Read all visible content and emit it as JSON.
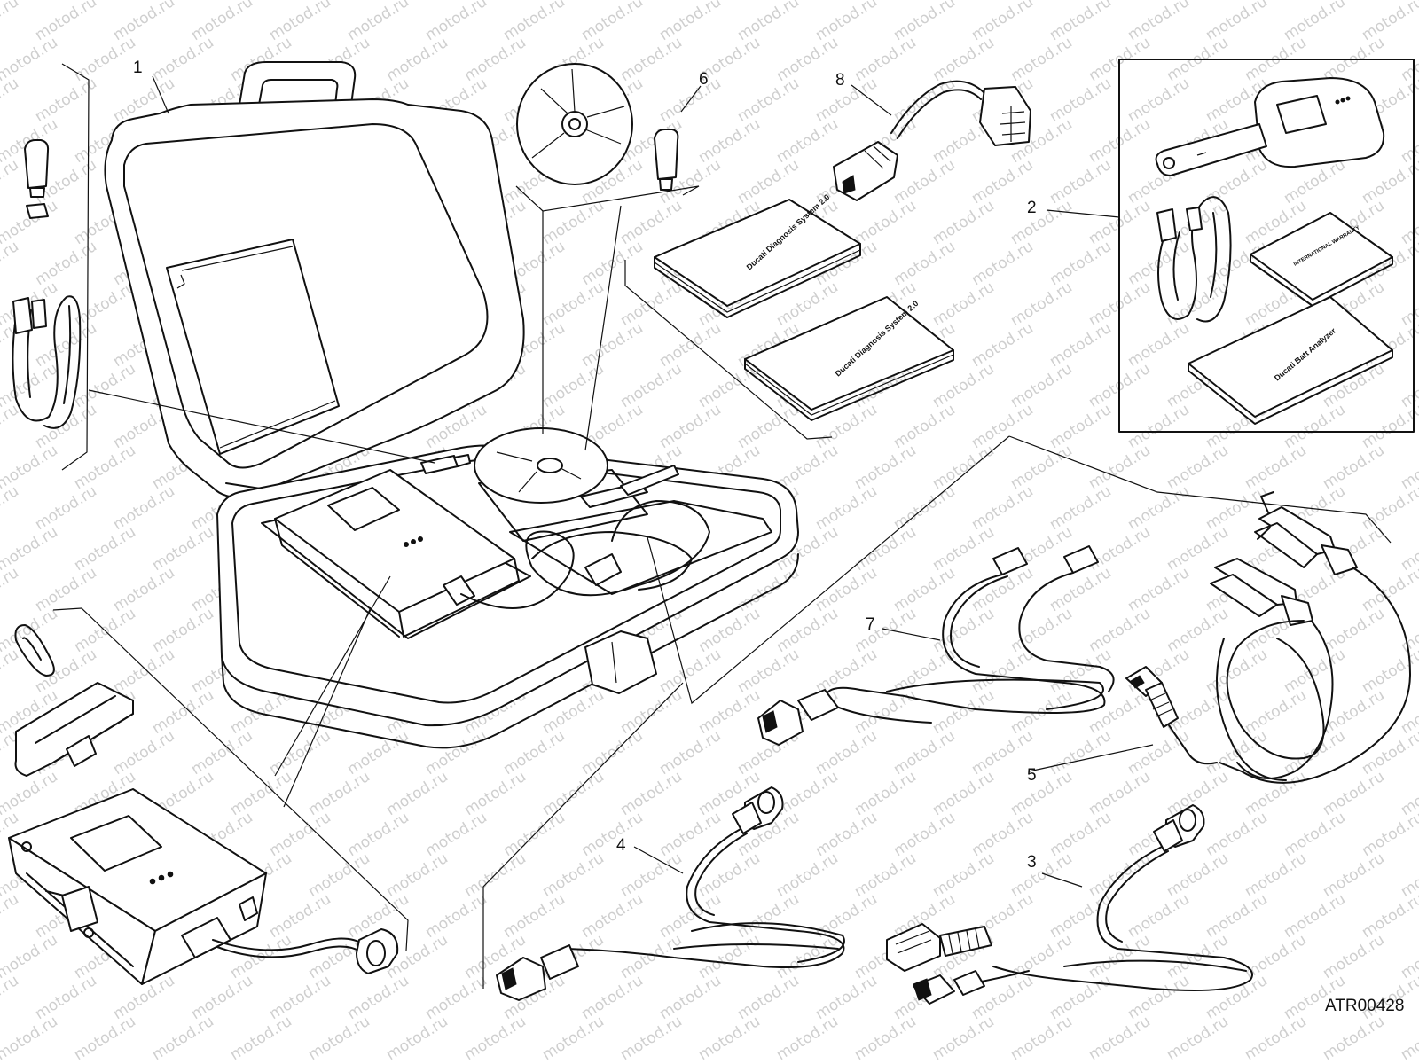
{
  "reference_code": "ATR00428",
  "watermark_text": "motod.ru",
  "manual_titles": {
    "diagnosis_manual_1": "Ducati Diagnosis System 2.0",
    "diagnosis_manual_2": "Ducati Diagnosis System 2.0",
    "warranty_card": "INTERNATIONAL WARRANTY",
    "analyzer_manual": "Ducati Batt Analyzer"
  },
  "callouts": [
    {
      "number": "1",
      "item": "carrying case"
    },
    {
      "number": "2",
      "item": "battery analyzer kit"
    },
    {
      "number": "3",
      "item": "cable"
    },
    {
      "number": "4",
      "item": "cable"
    },
    {
      "number": "5",
      "item": "battery clamp cable"
    },
    {
      "number": "6",
      "item": "USB key"
    },
    {
      "number": "7",
      "item": "cable"
    },
    {
      "number": "8",
      "item": "adapter cable"
    }
  ]
}
